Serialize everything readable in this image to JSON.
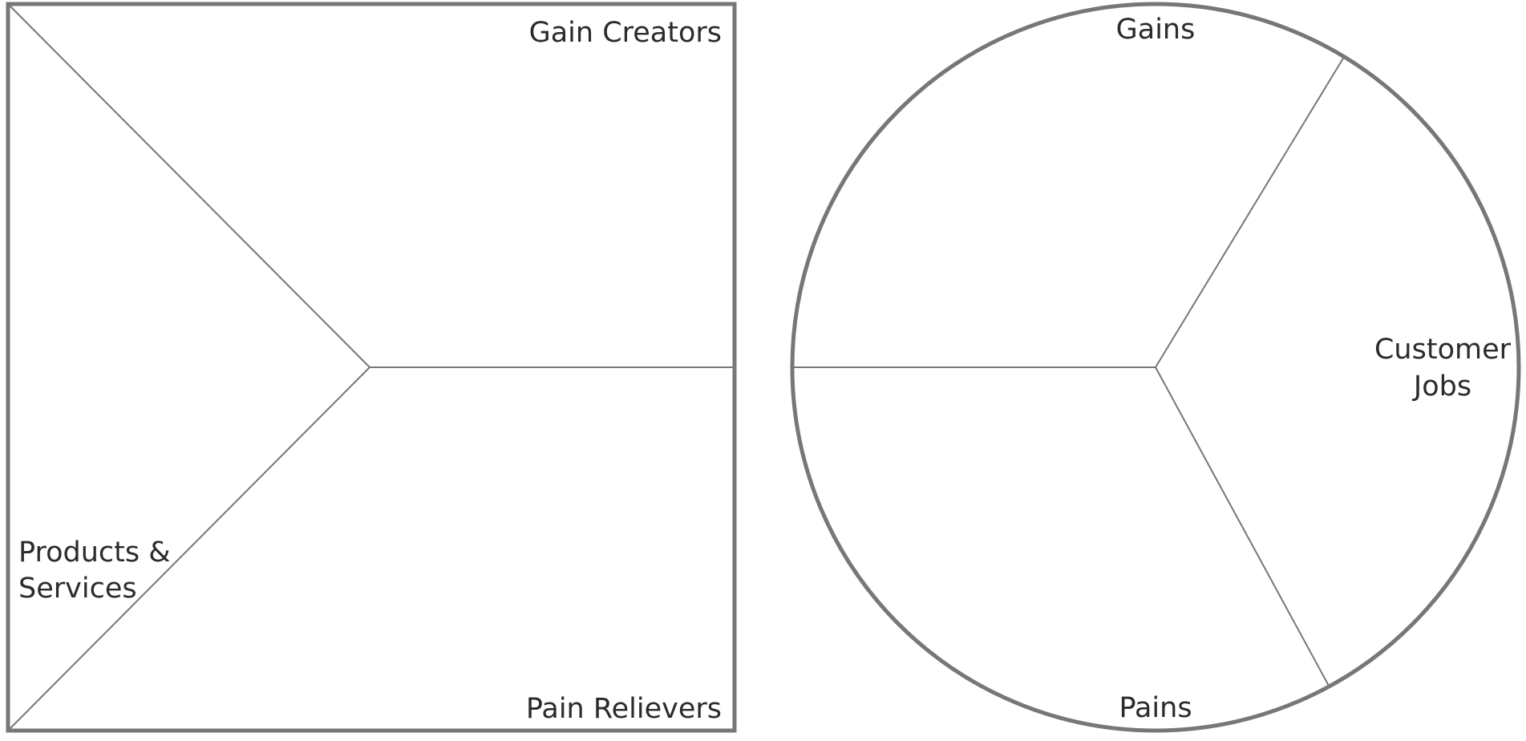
{
  "value_map": {
    "products_services": [
      "Products &",
      "Services"
    ],
    "gain_creators": "Gain Creators",
    "pain_relievers": "Pain Relievers"
  },
  "customer_profile": {
    "gains": "Gains",
    "pains": "Pains",
    "customer_jobs": [
      "Customer",
      "Jobs"
    ]
  },
  "colors": {
    "outline": "#777777",
    "text": "#2b2b2b",
    "background": "#ffffff"
  }
}
